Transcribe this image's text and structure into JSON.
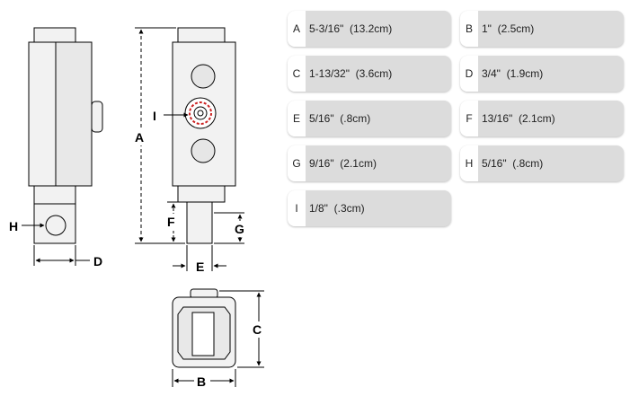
{
  "drawing_labels": {
    "A": "A",
    "B": "B",
    "C": "C",
    "D": "D",
    "E": "E",
    "F": "F",
    "G": "G",
    "H": "H",
    "I": "I"
  },
  "specs": [
    {
      "letter": "A",
      "value": "5-3/16\"  (13.2cm)"
    },
    {
      "letter": "B",
      "value": "1\"  (2.5cm)"
    },
    {
      "letter": "C",
      "value": "1-13/32\"  (3.6cm)"
    },
    {
      "letter": "D",
      "value": "3/4\"  (1.9cm)"
    },
    {
      "letter": "E",
      "value": "5/16\"  (.8cm)"
    },
    {
      "letter": "F",
      "value": "13/16\"  (2.1cm)"
    },
    {
      "letter": "G",
      "value": "9/16\"  (2.1cm)"
    },
    {
      "letter": "H",
      "value": "5/16\"  (.8cm)"
    },
    {
      "letter": "I",
      "value": "1/8\"  (.3cm)"
    }
  ],
  "colors": {
    "card_bg": "#dcdcdc",
    "letter_box_bg": "#ffffff",
    "line": "#000000",
    "part_fill": "#f2f2f2",
    "accent": "#cc2222"
  }
}
